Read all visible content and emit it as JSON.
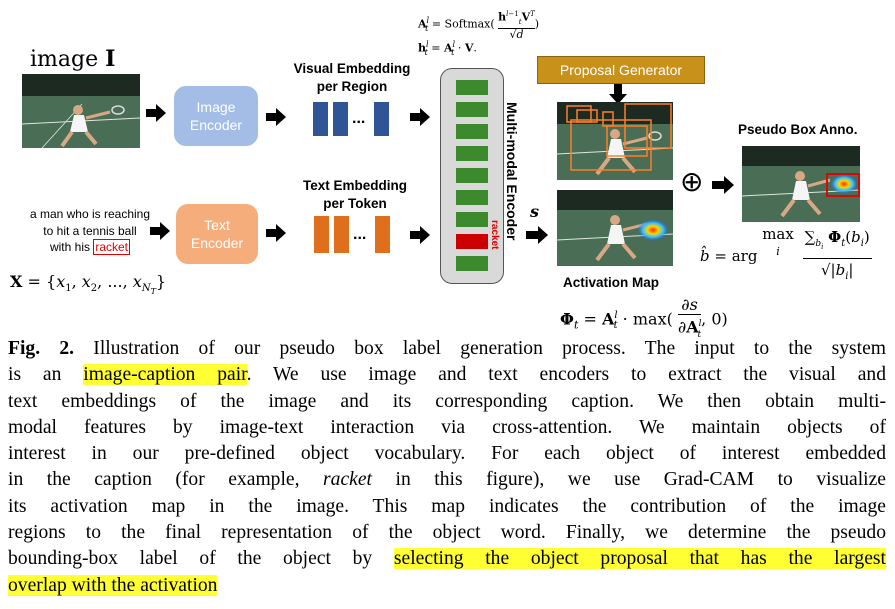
{
  "figure": {
    "image_label": "image",
    "image_symbol": "I",
    "image_encoder": [
      "Image",
      "Encoder"
    ],
    "text_encoder": [
      "Text",
      "Encoder"
    ],
    "visual_embedding_label": [
      "Visual Embedding",
      "per Region"
    ],
    "text_embedding_label": [
      "Text Embedding",
      "per Token"
    ],
    "caption_input": [
      "a man who is reaching",
      "to hit a tennis ball",
      "with his"
    ],
    "caption_input_highlight": "racket",
    "x_formula": "X = {x1, x2, ..., xNT}",
    "multimodal_encoder": "Multi-modal Encoder",
    "racket_token": "racket",
    "s_label": "s",
    "formula_attention": "A_t^l = Softmax(h_t^{l-1} V^T / √d)",
    "formula_hidden": "h_t^l = A_t^l · V.",
    "proposal_generator": "Proposal Generator",
    "pseudo_box_label": "Pseudo Box Anno.",
    "activation_map_label": "Activation Map",
    "formula_phi": "Φt = A_t^l · max(∂s/∂A_t^l, 0)",
    "formula_b": "b̂ = arg max_i Σ_{b_i} Φt(b_i) / √|b_i|",
    "ellipsis": "...",
    "oplus": "⊕",
    "colors": {
      "image_encoder": "#a4bde6",
      "text_encoder": "#f6ad7c",
      "visual_bar": "#2f5597",
      "text_bar": "#e06f1d",
      "mm_green": "#3d8a2e",
      "mm_red": "#cc0000",
      "proposal": "#c7911a",
      "highlight": "#ffff33"
    }
  },
  "caption": {
    "fig_label": "Fig. 2.",
    "lines": [
      " Illustration of our pseudo box label generation process. The input to the system",
      "is an |image-caption pair|. We use image and text encoders to extract the visual and",
      "text embeddings of the image and its corresponding caption. We then obtain multi-",
      "modal features by image-text interaction via cross-attention. We maintain objects of",
      "interest in our pre-defined object vocabulary. For each object of interest embedded",
      "in the caption (for example, _racket_ in this figure), we use Grad-CAM to visualize",
      "its activation map in the image. This map indicates the contribution of the image",
      "regions to the final representation of the object word. Finally, we determine the pseudo",
      "bounding-box label of the object by |selecting the object proposal that has the largest|",
      "|overlap with the activation|"
    ]
  }
}
